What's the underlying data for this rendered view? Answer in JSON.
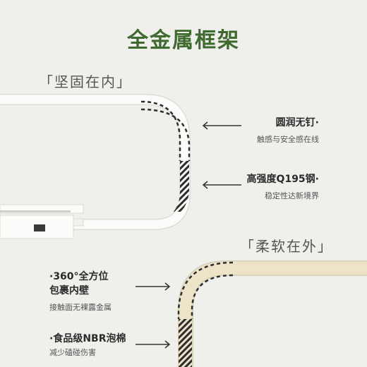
{
  "title": "全金属框架",
  "sections": {
    "metal": {
      "label": "「坚固在内」",
      "features": [
        {
          "title": "圆润无钉·",
          "desc": "触感与安全感在线"
        },
        {
          "title": "高强度Q195钢·",
          "desc": "稳定性达新境界"
        }
      ]
    },
    "soft": {
      "label": "「柔软在外」",
      "features": [
        {
          "title": "·360°全方位\n包裹内壁",
          "title_lines": [
            "·360°全方位",
            "包裹内壁"
          ],
          "desc": "接触面无裸露金属"
        },
        {
          "title": "·食品级NBR泡棉",
          "desc": "减少磕碰伤害"
        }
      ]
    }
  },
  "colors": {
    "background": "#efefec",
    "title_green": "#3f6a2f",
    "frame_white": "#fbfbf9",
    "foam_cream": "#ece3c9",
    "hatch_dark": "#2e2e2e"
  },
  "icons": [
    "arrow-left-icon",
    "arrow-right-icon"
  ]
}
